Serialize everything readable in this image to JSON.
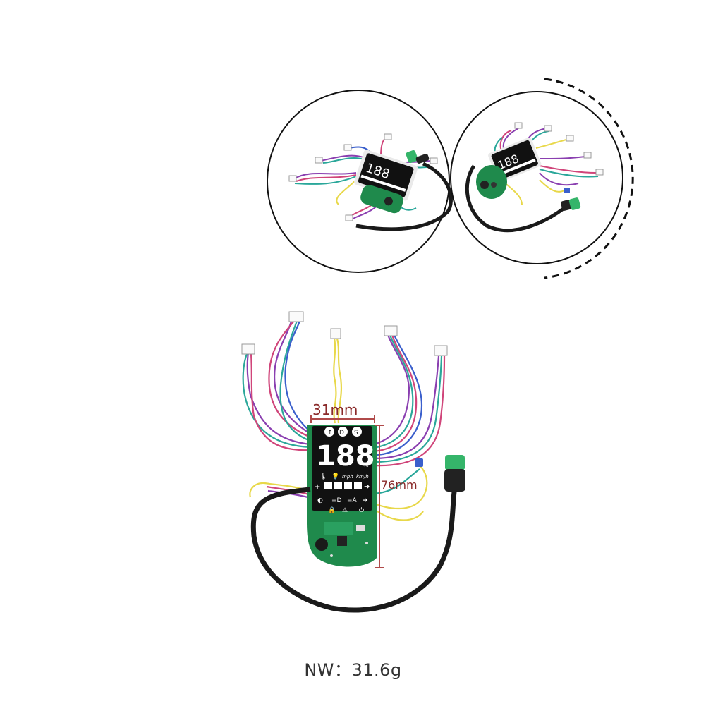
{
  "product": {
    "width_label": "31mm",
    "height_label": "76mm",
    "lcd_digits": "188",
    "lcd_percent": "%",
    "lcd_units": {
      "mph": "mph",
      "kmh": "km/h"
    },
    "lcd_modes": [
      "D",
      "S"
    ],
    "weight_text": "NW：31.6g"
  },
  "colors": {
    "pcb": "#1f8a4c",
    "lcd": "#111111",
    "dimension": "#b04a4a",
    "cable": "#1a1a1a",
    "connector": "#35b56a",
    "wire_purple": "#8a3fb0",
    "wire_pink": "#d0457a",
    "wire_teal": "#2aa79a",
    "wire_yellow": "#e8d84a",
    "wire_blue": "#3a5fcc"
  }
}
